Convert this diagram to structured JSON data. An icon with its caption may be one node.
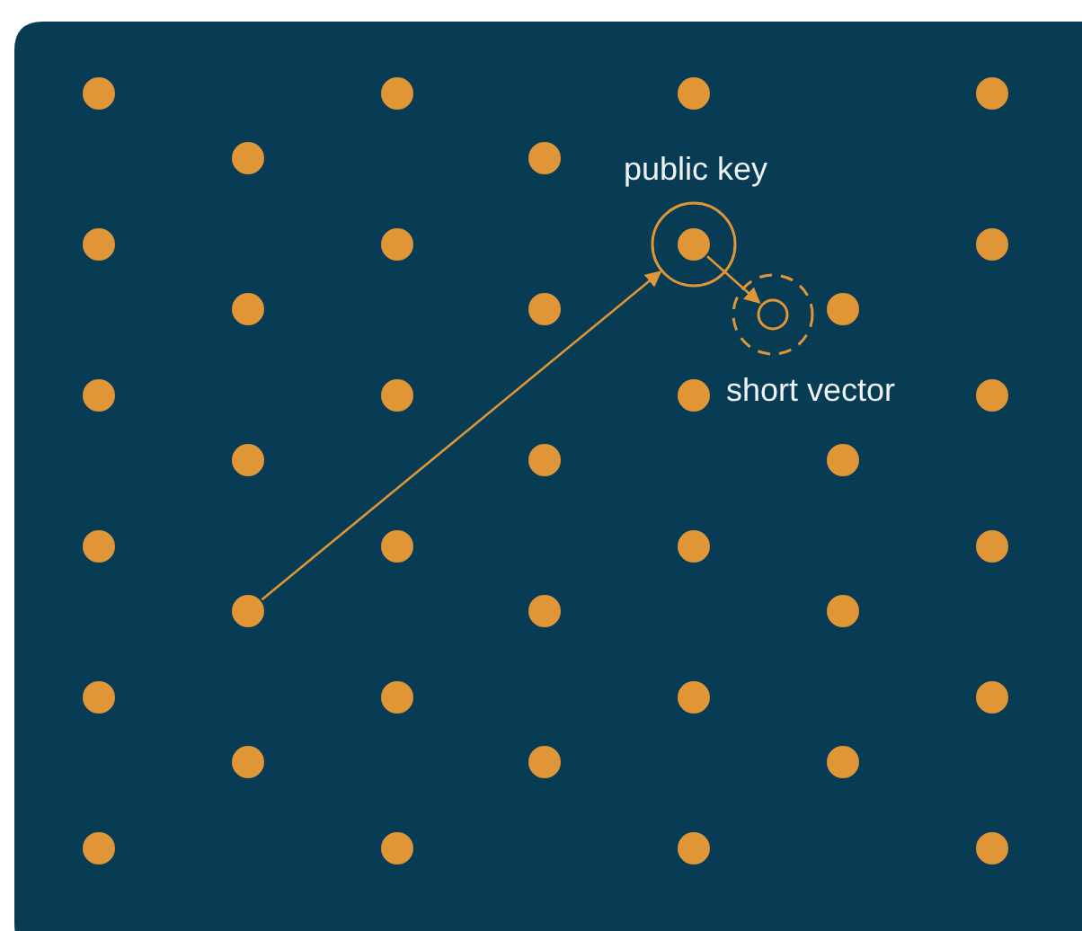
{
  "diagram": {
    "nodes": [
      {
        "text": [],
        "shape": "circle"
      },
      {
        "text": [],
        "shape": "circle"
      },
      {
        "text": [],
        "shape": "circle"
      },
      {
        "text": [],
        "shape": "circle"
      },
      {
        "text": [],
        "shape": "circle"
      },
      {
        "text": [],
        "shape": "circle"
      },
      {
        "text": [
          "public key"
        ]
      },
      {
        "text": [],
        "shape": "circle"
      },
      {
        "text": [],
        "shape": "circle"
      },
      {
        "text": [],
        "shape": "circle"
      },
      {
        "text": [],
        "shape": "circle"
      },
      {
        "text": [],
        "shape": "circle"
      },
      {
        "text": [
          "short vector"
        ]
      },
      {
        "text": [],
        "shape": "circle"
      },
      {
        "text": [],
        "shape": "circle"
      },
      {
        "text": [],
        "shape": "circle"
      },
      {
        "text": [],
        "shape": "circle"
      },
      {
        "text": [],
        "shape": "circle"
      },
      {
        "text": [],
        "shape": "circle"
      },
      {
        "text": [],
        "shape": "circle"
      },
      {
        "text": [],
        "shape": "circle"
      },
      {
        "text": [],
        "shape": "circle"
      },
      {
        "text": [],
        "shape": "circle"
      },
      {
        "text": [],
        "shape": "circle"
      },
      {
        "text": [],
        "shape": "circle"
      },
      {
        "text": [],
        "shape": "circle"
      },
      {
        "text": [],
        "shape": "circle"
      },
      {
        "text": [],
        "shape": "circle"
      },
      {
        "text": [],
        "shape": "circle"
      },
      {
        "text": [],
        "shape": "circle"
      },
      {
        "text": [],
        "shape": "circle"
      },
      {
        "text": [],
        "shape": "circle"
      },
      {
        "text": [],
        "shape": "circle"
      },
      {
        "text": [],
        "shape": "circle"
      },
      {
        "text": [],
        "shape": "circle"
      },
      {
        "text": [],
        "shape": "circle"
      },
      {
        "text": [],
        "shape": "circle"
      },
      {
        "text": [],
        "shape": "circle"
      },
      {
        "text": [],
        "shape": "circle"
      }
    ],
    "edges": [
      {
        "from": 25,
        "to": 6,
        "arrow": "to"
      },
      {
        "from": 6,
        "to": 12,
        "arrow": "to"
      }
    ]
  }
}
